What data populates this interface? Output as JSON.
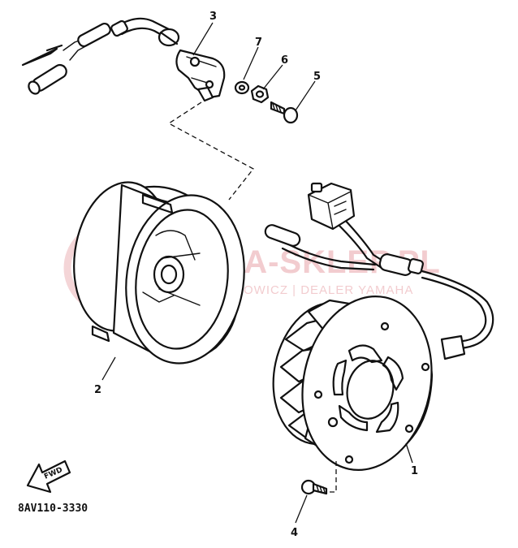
{
  "callouts": {
    "c1": "1",
    "c2": "2",
    "c3": "3",
    "c4": "4",
    "c5": "5",
    "c6": "6",
    "c7": "7"
  },
  "diagram_code": "8AV110-3330",
  "direction_label": "FWD",
  "watermark": {
    "main": "YAMA-SKLEP.PL",
    "sub": "WOJCIECHOWICZ | DEALER YAMAHA",
    "color": "#e8a3a8"
  },
  "colors": {
    "ink": "#111111",
    "background": "#ffffff"
  }
}
